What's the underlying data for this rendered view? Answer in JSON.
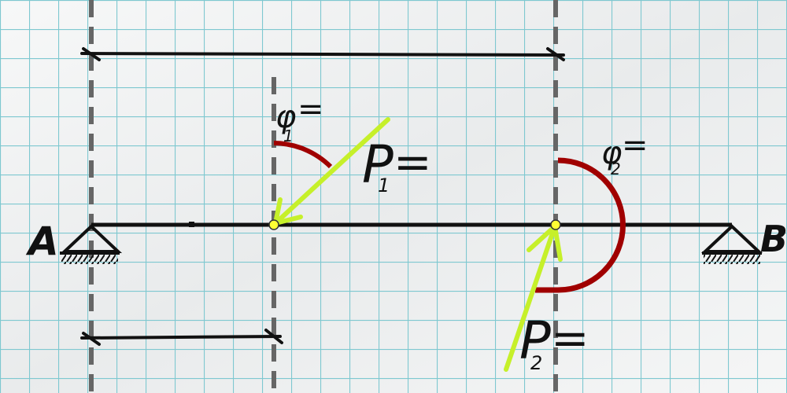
{
  "supports": {
    "left_label": "A",
    "right_label": "B"
  },
  "forces": [
    {
      "symbol": "P",
      "subscript": "1",
      "suffix": "="
    },
    {
      "symbol": "P",
      "subscript": "2",
      "suffix": "="
    }
  ],
  "angles": [
    {
      "symbol": "φ",
      "subscript": "1",
      "suffix": "="
    },
    {
      "symbol": "φ",
      "subscript": "2",
      "suffix": "="
    }
  ],
  "colors": {
    "grid": "#7ec8d0",
    "beam": "#111111",
    "force_arrow": "#c6f02a",
    "angle_arc": "#a00000",
    "point": "#ffff33",
    "guide_line": "#666666"
  }
}
